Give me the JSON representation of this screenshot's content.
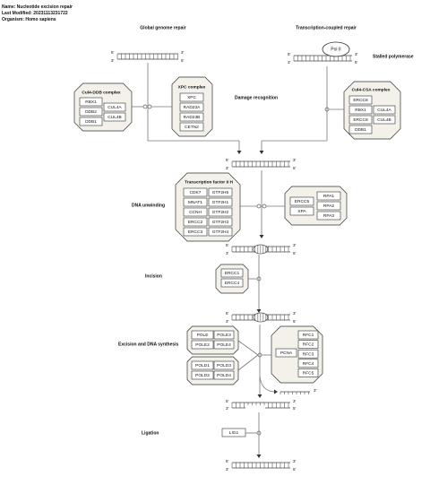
{
  "meta": {
    "name": "Name: Nucleotide excision repair",
    "modified": "Last Modified: 20231113231722",
    "organism": "Organism: Homo sapiens"
  },
  "headings": {
    "ggr": "Global genome repair",
    "tcr": "Transcription-coupled repair",
    "stalled": "Stalled polymerase",
    "damage": "Damage recognition",
    "unwinding": "DNA unwinding",
    "incision": "Incision",
    "excision": "Excision and DNA synthesis",
    "ligation": "Ligation"
  },
  "strand": {
    "five": "5'",
    "three": "3'"
  },
  "polii": "Pol II",
  "complexes": {
    "cul4_ddb": {
      "title": "Cul4-DDB complex",
      "left": [
        "RBX1",
        "DDB2",
        "DDB1"
      ],
      "right": [
        "CUL4A",
        "CUL4B"
      ]
    },
    "xpc": {
      "title": "XPC complex",
      "items": [
        "XPC",
        "RAD23A",
        "RAD23B",
        "CETN2"
      ]
    },
    "cul4_csa": {
      "title": "Cul4-CSA complex",
      "left": [
        "ERCC8",
        "RBX1",
        "ERCC8",
        "DDB1"
      ],
      "right": [
        "CUL4A",
        "CUL4B"
      ]
    },
    "tfiih": {
      "title": "Transcription factor II H",
      "left": [
        "CDK7",
        "MNAT1",
        "CCNH",
        "ERCC2",
        "ERCC3"
      ],
      "right": [
        "GTF2H5",
        "GTF2H1",
        "GTF2H2",
        "GTF2H3",
        "GTF2H4"
      ]
    },
    "xpa_ercc5": {
      "items": [
        "ERCC5",
        "XPA"
      ]
    },
    "rpa": {
      "items": [
        "RPA1",
        "RPA2",
        "RPA3"
      ]
    },
    "ercc_incision": {
      "items": [
        "ERCC1",
        "ERCC4"
      ]
    },
    "pole": {
      "left": [
        "POLE",
        "POLE2"
      ],
      "right": [
        "POLE3",
        "POLE4"
      ]
    },
    "pold": {
      "left": [
        "POLD1",
        "POLD2"
      ],
      "right": [
        "POLD3",
        "POLD4"
      ]
    },
    "pcna": "PCNA",
    "rfc": {
      "items": [
        "RFC1",
        "RFC2",
        "RFC3",
        "RFC4",
        "RFC5"
      ]
    },
    "lig1": "LIG1"
  }
}
